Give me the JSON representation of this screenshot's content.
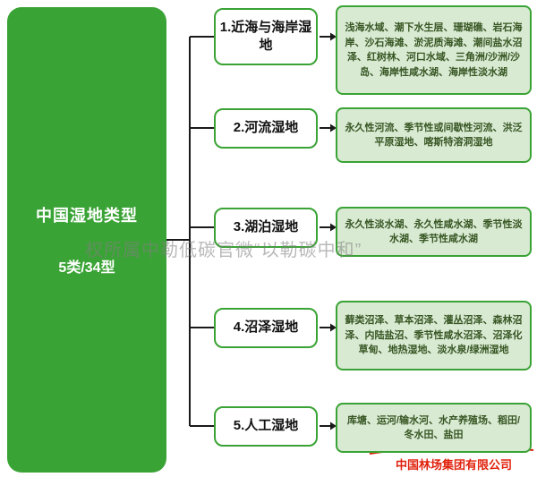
{
  "diagram": {
    "root": {
      "title": "中国湿地类型",
      "subtitle": "5类/34型"
    },
    "categories": [
      {
        "label": "1.近海与海岸湿地",
        "types": "浅海水域、潮下水生层、珊瑚礁、岩石海岸、沙石海滩、淤泥质海滩、潮间盐水沼泽、红树林、河口水域、三角洲/沙洲/沙岛、海岸性咸水湖、海岸性淡水湖"
      },
      {
        "label": "2.河流湿地",
        "types": "永久性河流、季节性或间歇性河流、洪泛平原湿地、喀斯特溶洞湿地"
      },
      {
        "label": "3.湖泊湿地",
        "types": "永久性淡水湖、永久性咸水湖、季节性淡水湖、季节性咸水湖"
      },
      {
        "label": "4.沼泽湿地",
        "types": "藓类沼泽、草本沼泽、灌丛沼泽、森林沼泽、内陆盐沼、季节性咸水沼泽、沼泽化草甸、地热湿地、淡水泉/绿洲湿地"
      },
      {
        "label": "5.人工湿地",
        "types": "库塘、运河/输水河、水产养殖场、稻田/冬水田、盐田"
      }
    ]
  },
  "watermark": "权所属中勒低碳官微“以勒碳中和”",
  "footer": {
    "company": "中国林场集团有限公司"
  },
  "colors": {
    "main_green": "#3AA335",
    "light_green_bg": "#D9EAD3",
    "dark_green_text": "#375623",
    "connector": "#1A1A1A",
    "red": "#E0220E"
  }
}
